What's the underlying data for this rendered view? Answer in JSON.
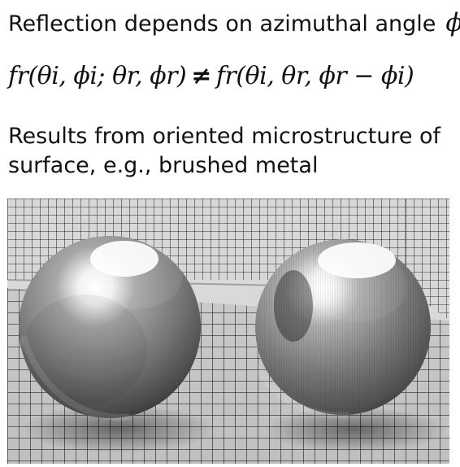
{
  "slide": {
    "line1_text": "Reflection depends on azimuthal angle",
    "line1_symbol": "ϕ",
    "equation_left": "fr(θi, ϕi; θr, ϕr)",
    "equation_relation": "≠",
    "equation_right": "fr(θi, θr, ϕr − ϕi)",
    "line3_text": "Results from oriented microstructure of surface, e.g., brushed metal"
  },
  "image": {
    "subject": "two metallic spheres on a grid floor",
    "colors": {
      "background": "#d9d9d9",
      "grid_line": "#2a2a2a",
      "metal_dark": "#2f2f2f",
      "metal_light": "#f5f5f5"
    }
  }
}
